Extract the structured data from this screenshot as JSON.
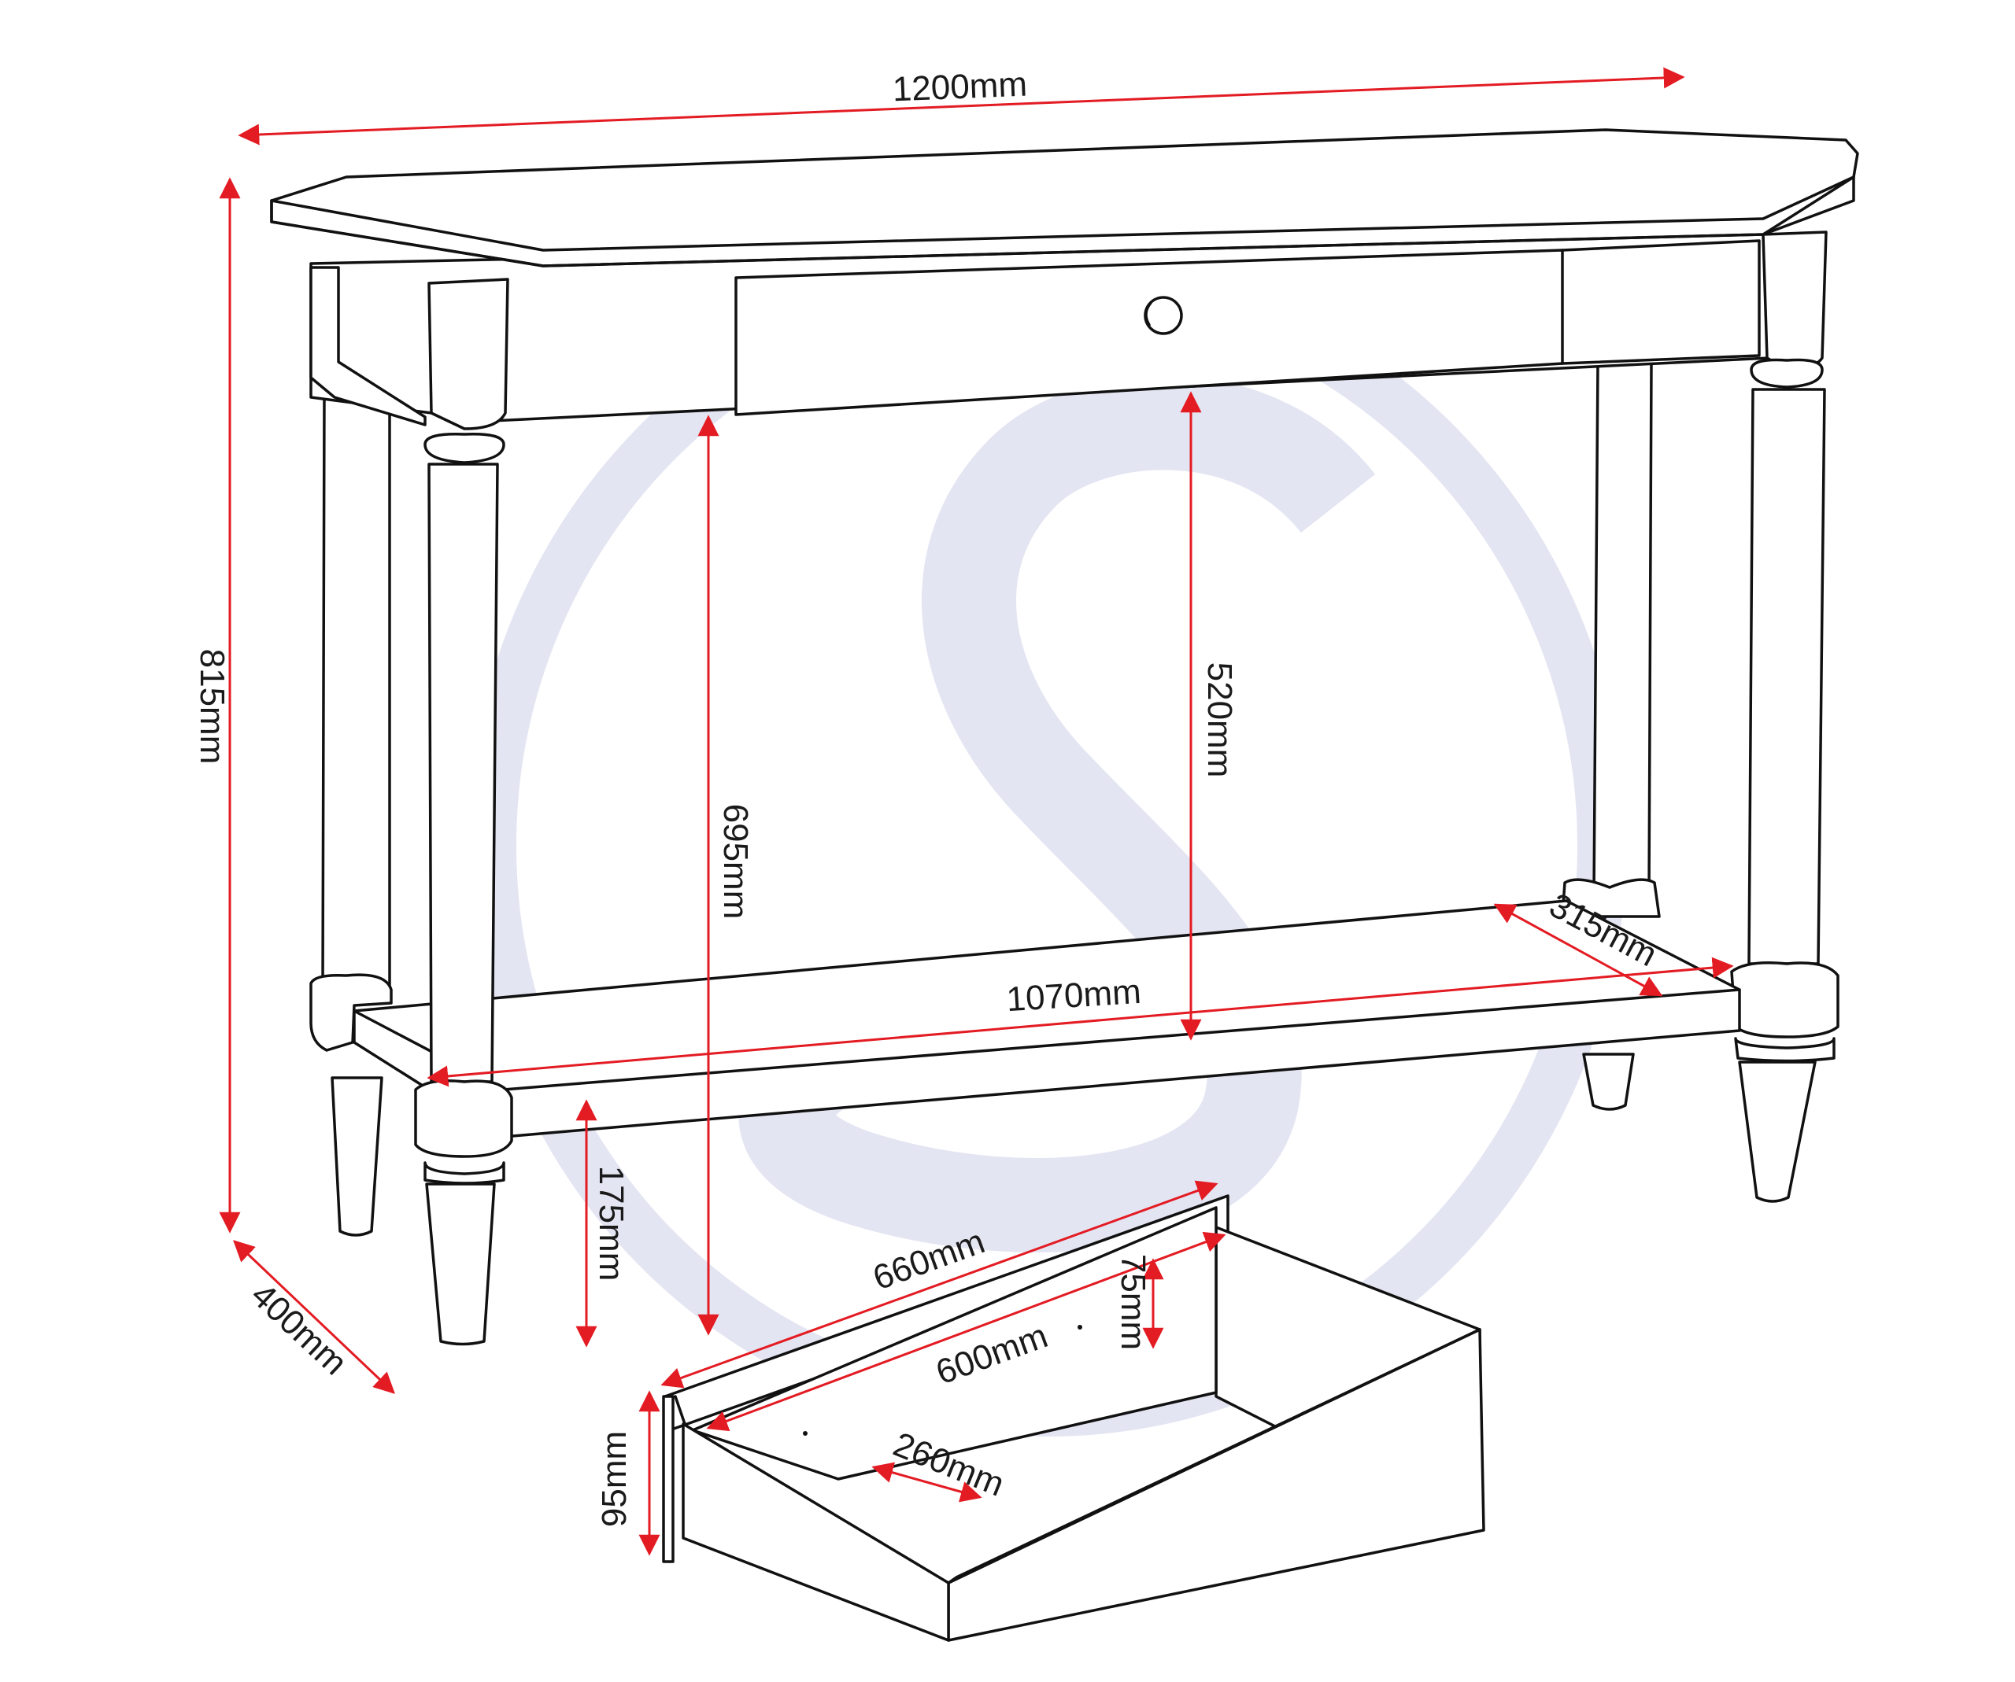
{
  "diagram": {
    "subject": "Console table with one drawer and lower shelf",
    "colors": {
      "outline": "#111111",
      "dimension_lines": "#e31b23",
      "watermark": "#e4e5f2",
      "background": "#ffffff",
      "label_text": "#1a1a1a"
    },
    "watermark": {
      "shape": "circled-S logo",
      "letter": "S"
    },
    "table_dimensions": {
      "width": "1200mm",
      "height": "815mm",
      "depth": "400mm",
      "under_top_clearance": "695mm",
      "under_drawer_clearance": "520mm",
      "shelf_width": "1070mm",
      "shelf_depth": "315mm",
      "shelf_height_from_floor": "175mm"
    },
    "drawer_dimensions": {
      "front_width": "660mm",
      "inner_length": "600mm",
      "inner_depth": "260mm",
      "side_height": "75mm",
      "front_height": "95mm"
    }
  }
}
